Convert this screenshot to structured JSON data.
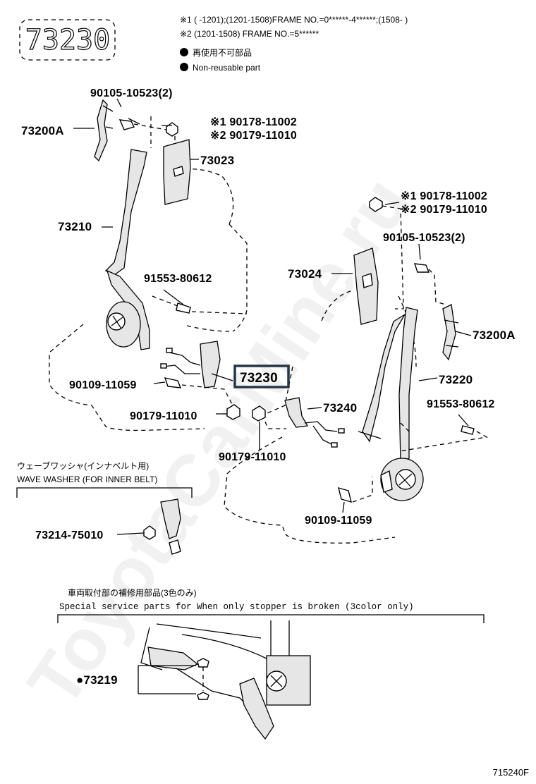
{
  "header": {
    "code_box": "73230",
    "note_1": "※1 (      -1201);(1201-1508)FRAME NO.=0******-4******;(1508-      )",
    "note_2": "※2 (1201-1508) FRAME NO.=5******",
    "legend_jp": "再使用不可部品",
    "legend_en": "Non-reusable part"
  },
  "watermark": "ToyotaCarMine.ru",
  "labels": {
    "bolt_left": "90105-10523(2)",
    "anchor_left": "73200A",
    "nut_left_1": "※1 90178-11002",
    "nut_left_2": "※2 90179-11010",
    "cover_left": "73023",
    "belt_left": "73210",
    "screw_left": "91553-80612",
    "bolt_left_low": "90109-11059",
    "buckle_left": "73230",
    "nut_left_low": "90179-11010",
    "nut_right_1": "※1 90178-11002",
    "nut_right_2": "※2 90179-11010",
    "bolt_right": "90105-10523(2)",
    "cover_right": "73024",
    "anchor_right": "73200A",
    "belt_right": "73220",
    "screw_right": "91553-80612",
    "buckle_right": "73240",
    "nut_right_low": "90179-11010",
    "bolt_right_low": "90109-11059"
  },
  "wave_washer": {
    "title_jp": "ウェーブワッシャ(インナベルト用)",
    "title_en": "WAVE WASHER (FOR INNER BELT)",
    "part": "73214-75010"
  },
  "special": {
    "title_jp": "車両取付部の補修用部品(3色のみ)",
    "title_en": "Special service parts for When only stopper is broken (3color only)",
    "part": "●73219"
  },
  "figure_id": "715240F"
}
